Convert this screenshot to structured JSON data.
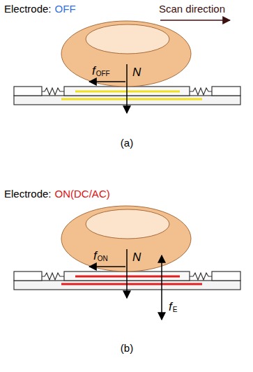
{
  "diagram": {
    "labels": [
      "Electrode:",
      "OFF",
      "Scan direction",
      "f",
      "OFF",
      "N",
      "(a)",
      "Electrode:",
      "ON(DC/AC)",
      "f",
      "ON",
      "N",
      "f",
      "E",
      "(b)"
    ]
  }
}
